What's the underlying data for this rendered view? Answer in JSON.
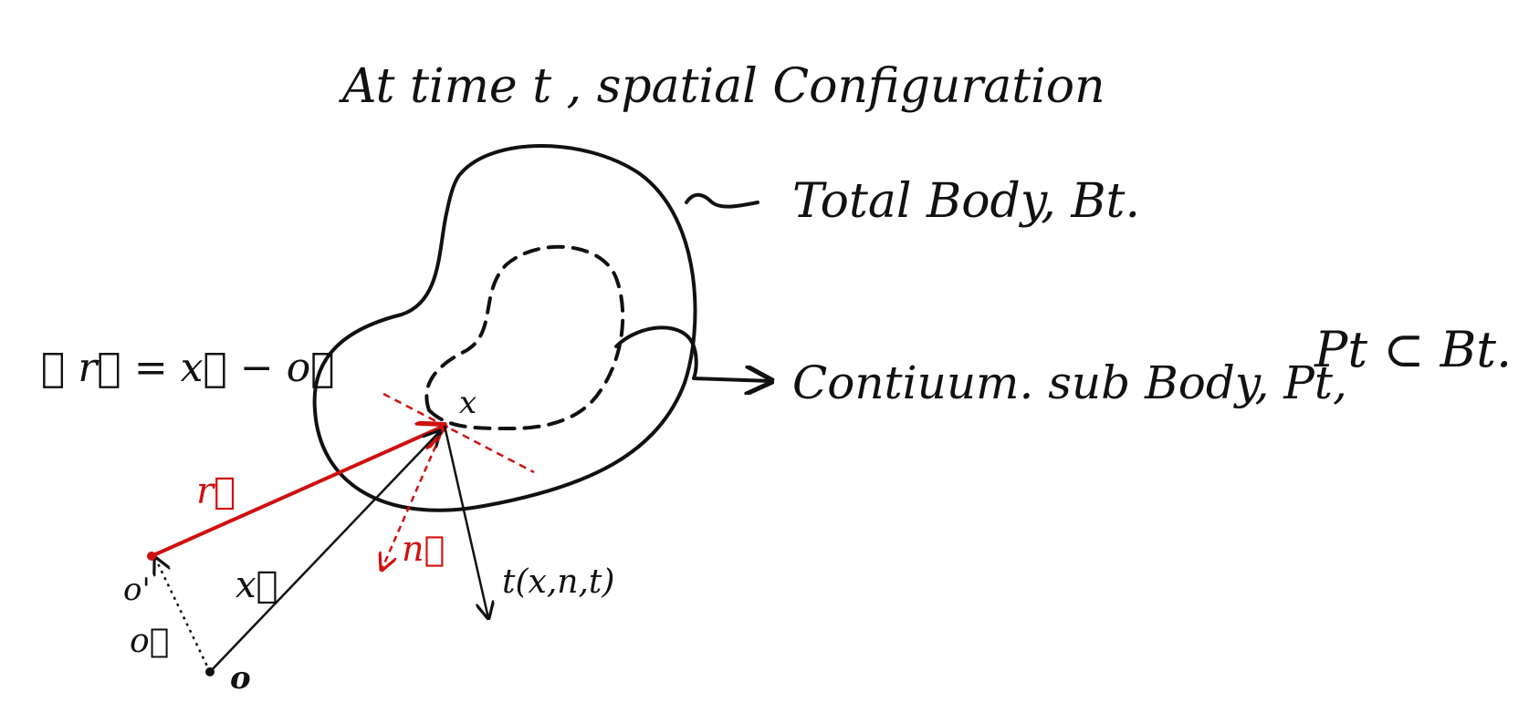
{
  "title": "At time t , spatial Configuration",
  "labels": {
    "total_body": "Total Body, Bt.",
    "continuum_sub_body": "Contiuum. sub Body, Pt,",
    "subset_relation": "Pt ⊂ Bt.",
    "relation": "∴ r⃗ = x⃗ − o⃗",
    "point_x": "x",
    "vec_r": "r⃗",
    "vec_x": "x⃗",
    "vec_n": "n⃗",
    "vec_o": "o⃗",
    "origin_shifted": "o'",
    "origin": "o",
    "traction": "t(x,n,t)"
  },
  "colors": {
    "ink": "#111111",
    "accent_red": "#d01010",
    "background": "#ffffff"
  }
}
